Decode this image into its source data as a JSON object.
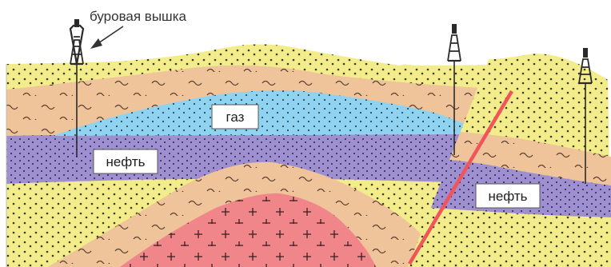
{
  "caption": "буровая вышка",
  "labels": {
    "gas": "газ",
    "oil_left": "нефть",
    "oil_right": "нефть"
  },
  "colors": {
    "sand": "#f3ec8a",
    "clay": "#f0c49a",
    "gas": "#8fd3f0",
    "oil": "#9e8fd0",
    "granite": "#f0868a",
    "fault": "#f2545b",
    "derrick": "#2a2a2a"
  },
  "icons": [
    "drilling-rig-icon",
    "arrow-icon"
  ]
}
